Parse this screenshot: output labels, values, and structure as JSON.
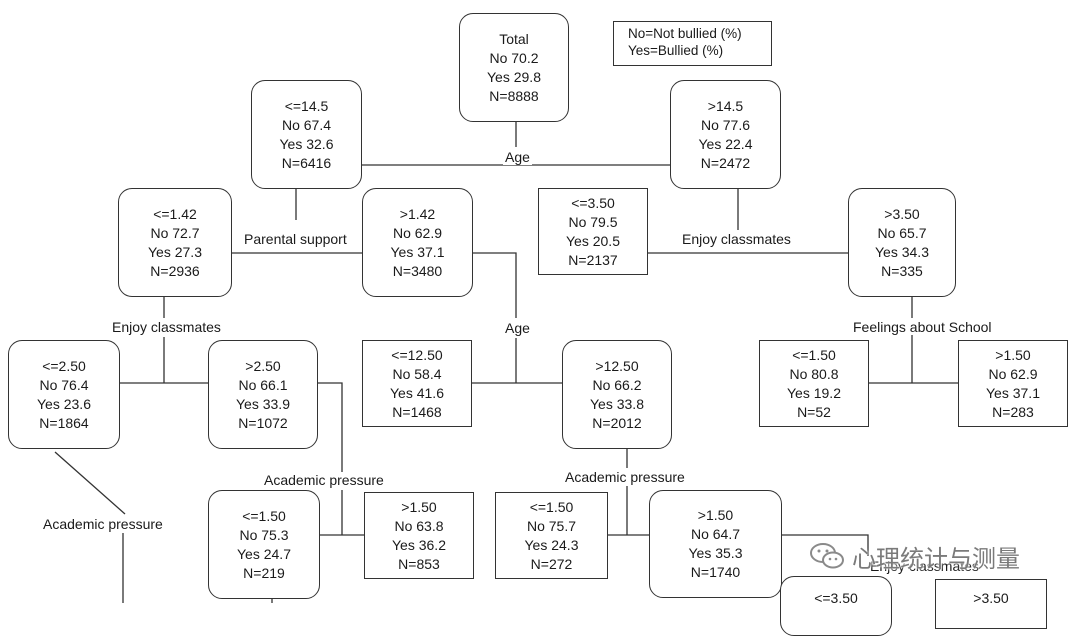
{
  "legend": {
    "line1": "No=Not bullied (%)",
    "line2": "Yes=Bullied (%)"
  },
  "nodes": {
    "root": {
      "l1": "Total",
      "l2": "No  70.2",
      "l3": "Yes 29.8",
      "l4": "N=8888"
    },
    "age_le": {
      "l1": "<=14.5",
      "l2": "No  67.4",
      "l3": "Yes 32.6",
      "l4": "N=6416"
    },
    "age_gt": {
      "l1": ">14.5",
      "l2": "No  77.6",
      "l3": "Yes 22.4",
      "l4": "N=2472"
    },
    "ps_le": {
      "l1": "<=1.42",
      "l2": "No  72.7",
      "l3": "Yes 27.3",
      "l4": "N=2936"
    },
    "ps_gt": {
      "l1": ">1.42",
      "l2": "No  62.9",
      "l3": "Yes 37.1",
      "l4": "N=3480"
    },
    "ec1_le": {
      "l1": "<=3.50",
      "l2": "No  79.5",
      "l3": "Yes 20.5",
      "l4": "N=2137"
    },
    "ec1_gt": {
      "l1": ">3.50",
      "l2": "No  65.7",
      "l3": "Yes 34.3",
      "l4": "N=335"
    },
    "ec2_le": {
      "l1": "<=2.50",
      "l2": "No  76.4",
      "l3": "Yes 23.6",
      "l4": "N=1864"
    },
    "ec2_gt": {
      "l1": ">2.50",
      "l2": "No  66.1",
      "l3": "Yes 33.9",
      "l4": "N=1072"
    },
    "age2_le": {
      "l1": "<=12.50",
      "l2": "No  58.4",
      "l3": "Yes 41.6",
      "l4": "N=1468"
    },
    "age2_gt": {
      "l1": ">12.50",
      "l2": "No  66.2",
      "l3": "Yes 33.8",
      "l4": "N=2012"
    },
    "fs_le": {
      "l1": "<=1.50",
      "l2": "No   80.8",
      "l3": "Yes 19.2",
      "l4": "N=52"
    },
    "fs_gt": {
      "l1": ">1.50",
      "l2": "No  62.9",
      "l3": "Yes 37.1",
      "l4": "N=283"
    },
    "ap1_le": {
      "l1": "<=1.50",
      "l2": "No  75.3",
      "l3": "Yes 24.7",
      "l4": "N=219"
    },
    "ap1_gt": {
      "l1": ">1.50",
      "l2": "No  63.8",
      "l3": "Yes 36.2",
      "l4": "N=853"
    },
    "ap2_le": {
      "l1": "<=1.50",
      "l2": "No  75.7",
      "l3": "Yes 24.3",
      "l4": "N=272"
    },
    "ap2_gt": {
      "l1": ">1.50",
      "l2": "No  64.7",
      "l3": "Yes 35.3",
      "l4": "N=1740"
    },
    "ec3_le": {
      "l1": "<=3.50"
    },
    "ec3_gt": {
      "l1": ">3.50"
    }
  },
  "split_labels": {
    "age": "Age",
    "parental_support": "Parental support",
    "enjoy_classmates_1": "Enjoy classmates",
    "enjoy_classmates_2": "Enjoy classmates",
    "age_2": "Age",
    "feelings_about_school": "Feelings about School",
    "academic_pressure_1": "Academic pressure",
    "academic_pressure_2": "Academic pressure",
    "academic_pressure_3": "Academic pressure",
    "enjoy_classmates_3": "Enjoy classmates"
  },
  "watermark": {
    "text": "心理统计与测量",
    "icon": "wechat-icon"
  }
}
